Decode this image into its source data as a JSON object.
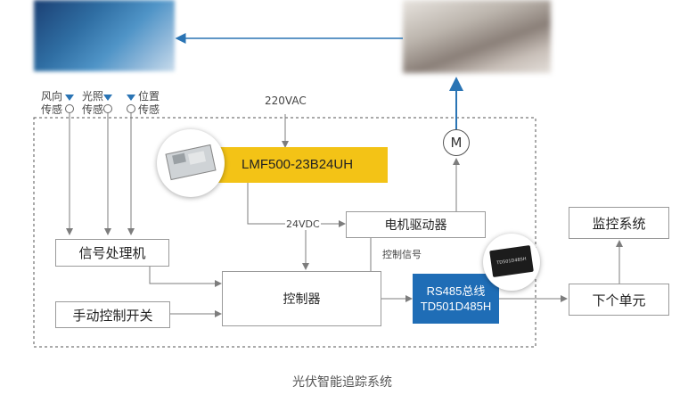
{
  "labels": {
    "sensors": [
      {
        "line1": "风向",
        "line2": "传感"
      },
      {
        "line1": "光照",
        "line2": "传感"
      },
      {
        "line1": "位置",
        "line2": "传感"
      }
    ],
    "power_input": "220VAC",
    "power_supply_model": "LMF500-23B24UH",
    "dc_output": "24VDC",
    "motor_symbol": "M",
    "motor_driver": "电机驱动器",
    "control_signal": "控制信号",
    "signal_processor": "信号处理机",
    "controller": "控制器",
    "manual_switch": "手动控制开关",
    "rs485_line1": "RS485总线",
    "rs485_line2": "TD501D485H",
    "module_label": "TD501D485H",
    "monitor_system": "监控系统",
    "next_unit": "下个单元",
    "caption": "光伏智能追踪系统"
  },
  "colors": {
    "power_supply_bg": "#f3c316",
    "rs485_bg": "#1f6db6",
    "arrow_blue": "#2a74b4",
    "line_gray": "#7d7d7d"
  }
}
